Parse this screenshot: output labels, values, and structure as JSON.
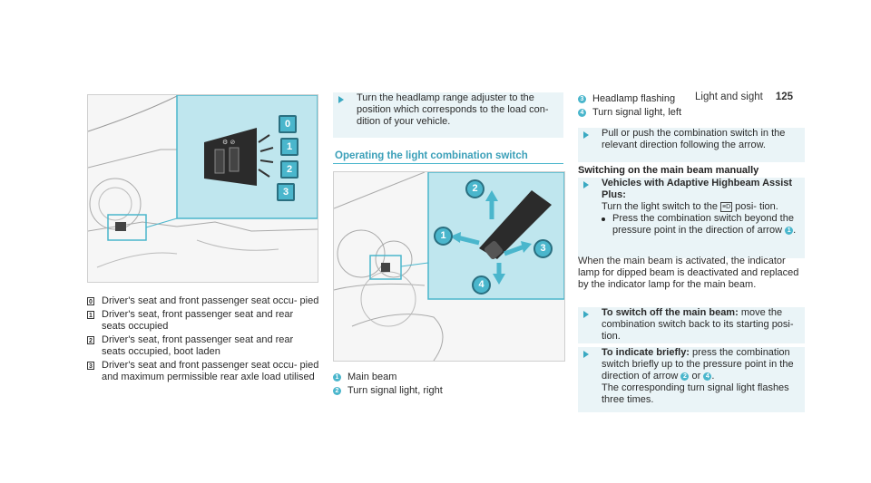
{
  "header": {
    "section": "Light and sight",
    "page_number": "125"
  },
  "seat_caption": [
    {
      "key": "0",
      "text": "Driver's seat and front passenger seat occu- pied"
    },
    {
      "key": "1",
      "text": "Driver's seat, front passenger seat and rear seats occupied"
    },
    {
      "key": "2",
      "text": "Driver's seat, front passenger seat and rear seats occupied, boot laden"
    },
    {
      "key": "3",
      "text": "Driver's seat and front passenger seat occu- pied and maximum permissible rear axle load utilised"
    }
  ],
  "figure1": {
    "labels": [
      "0",
      "1",
      "2",
      "3"
    ]
  },
  "headlamp_step": "Turn the headlamp range adjuster to the position which corresponds to the load con- dition of your vehicle.",
  "section_title": "Operating the light combination switch",
  "figure2": {
    "labels": [
      "1",
      "2",
      "3",
      "4"
    ]
  },
  "switch_caption": [
    {
      "key": "1",
      "text": "Main beam"
    },
    {
      "key": "2",
      "text": "Turn signal light, right"
    },
    {
      "key": "3",
      "text": "Headlamp flashing"
    },
    {
      "key": "4",
      "text": "Turn signal light, left"
    }
  ],
  "pull_push_step": "Pull or push the combination switch in the relevant direction following the arrow.",
  "subtitle": "Switching on the main beam manually",
  "ahb": {
    "heading": "Vehicles with Adaptive Highbeam Assist Plus:",
    "text_a": "Turn the light switch to the",
    "lamp_icon": "lamp-icon",
    "lamp_glyph": "≡D",
    "text_b": "posi- tion.",
    "bullet_a": "Press the combination switch beyond the pressure point in the direction of arrow",
    "bullet_num": "1",
    "bullet_b": "."
  },
  "mainbeam_note": "When the main beam is activated, the indicator lamp for dipped beam is deactivated and replaced by the indicator lamp for the main beam.",
  "switch_off": {
    "label": "To switch off the main beam:",
    "text": "move the combination switch back to its starting posi- tion."
  },
  "indicate": {
    "label": "To indicate briefly:",
    "text_a": "press the combination switch briefly up to the pressure point in the direction of arrow",
    "num_a": "2",
    "or": "or",
    "num_b": "4",
    "text_b": ".",
    "text_c": "The corresponding turn signal light flashes three times."
  },
  "colors": {
    "accent": "#4ab6cc",
    "block_bg": "#eaf4f7",
    "title_blue": "#3a9fb8"
  }
}
